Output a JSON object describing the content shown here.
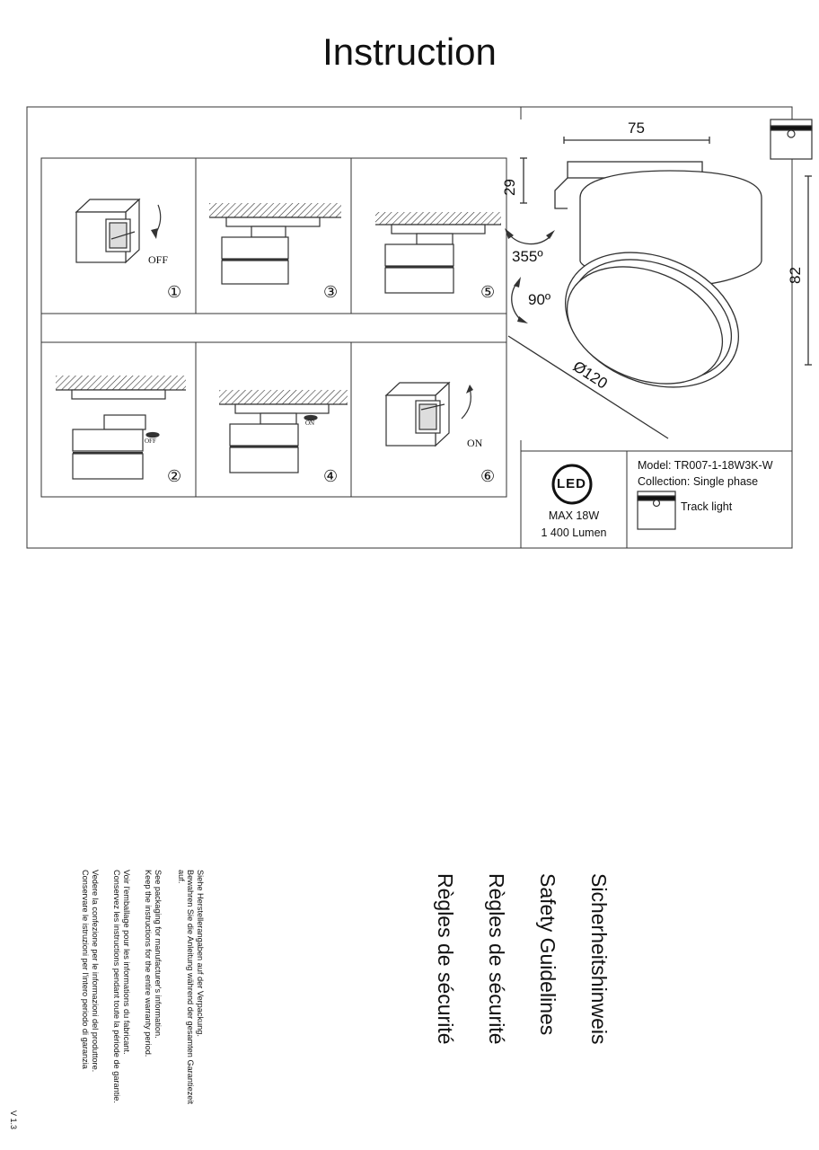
{
  "title": "Instruction",
  "steps": [
    {
      "num": "①",
      "state": "OFF"
    },
    {
      "num": "②",
      "state": "OFF"
    },
    {
      "num": "③",
      "state": ""
    },
    {
      "num": "④",
      "state": "ON"
    },
    {
      "num": "⑤",
      "state": ""
    },
    {
      "num": "⑥",
      "state": "ON"
    }
  ],
  "dimensions": {
    "width": "75",
    "mount_height": "29",
    "height": "82",
    "rotation_horizontal": "355º",
    "rotation_vertical": "90º",
    "diameter": "Ø120"
  },
  "spec": {
    "led_badge": "LED",
    "power": "MAX 18W",
    "lumen": "1 400 Lumen",
    "model": "Model: TR007-1-18W3K-W",
    "collection": "Collection: Single phase",
    "type": "Track light"
  },
  "safety": {
    "headings": [
      "Sicherheitshinweis",
      "Safety Guidelines",
      "Règles de sécurité",
      "Règles de sécurité"
    ],
    "paragraphs": [
      [
        "Siehe Herstellerangaben auf der Verpackung.",
        "Bewahren Sie die Anleitung während der gesamten Garantiezeit",
        "auf."
      ],
      [
        "See packaging for manufacturer's information.",
        "Keep the instructions for the entire warranty period."
      ],
      [
        "Voir l'emballage pour les informations du fabricant.",
        "Conservez les instructions pendant toute la période de garantie."
      ],
      [
        "Vedere la confezione per le informazioni del produttore.",
        "Conservare le istruzioni per l'intero periodo di garanzia"
      ]
    ]
  },
  "version": "V 1.3",
  "colors": {
    "ink": "#111111",
    "line": "#333333"
  }
}
